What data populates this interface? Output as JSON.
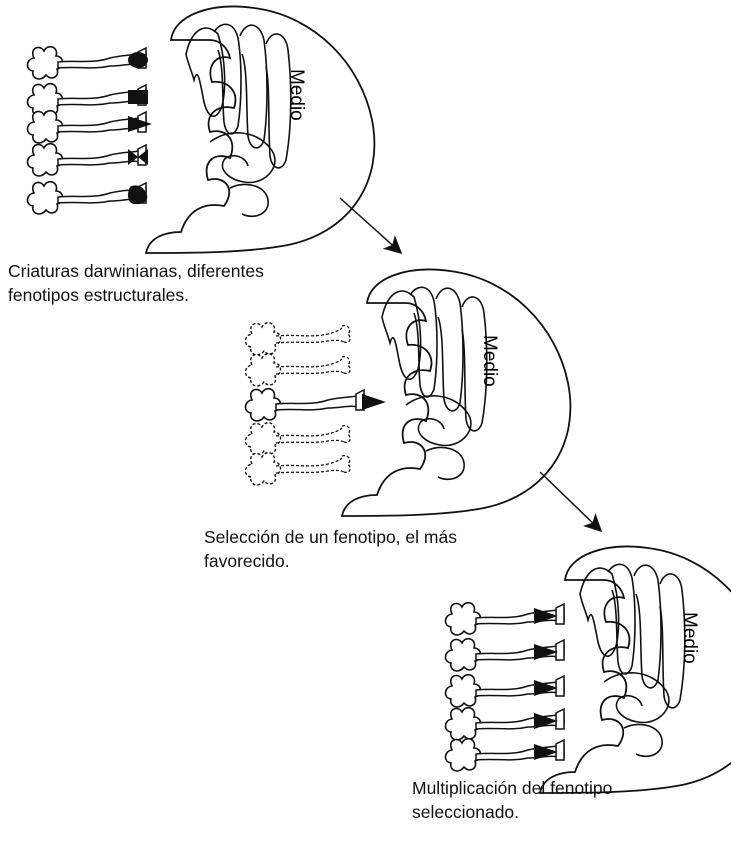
{
  "panels": [
    {
      "medium_label": "Medio",
      "caption_lines": [
        "Criaturas darwinianas, diferentes",
        "fenotipos estructurales."
      ]
    },
    {
      "medium_label": "Medio",
      "caption_lines": [
        "Selección de un fenotipo, el más",
        "favorecido."
      ]
    },
    {
      "medium_label": "Medio",
      "caption_lines": [
        "Multiplicación del fenotipo",
        "seleccionado."
      ]
    }
  ]
}
